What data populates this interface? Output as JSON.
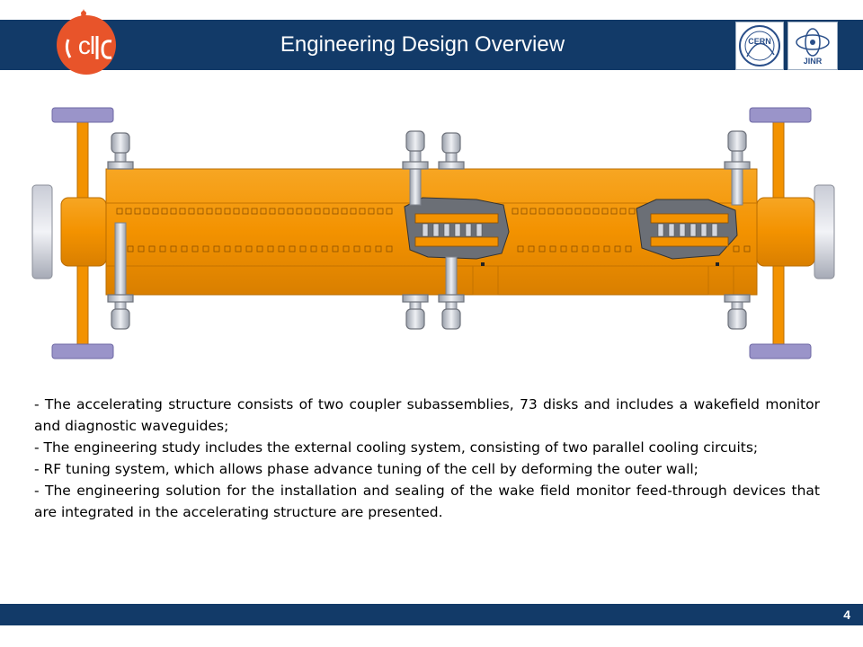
{
  "header": {
    "title": "Engineering Design Overview",
    "logo_left": {
      "icon": "clic-logo",
      "text": "CLIC",
      "color": "#e8542a"
    },
    "logo_right_1": {
      "icon": "cern-logo",
      "text": "CERN"
    },
    "logo_right_2": {
      "icon": "jinr-logo",
      "text": "JINR"
    }
  },
  "figure": {
    "icon": "accelerating-structure-drawing",
    "colors": {
      "body": "#f39200",
      "flange": "#9a94c9",
      "steel": "#d3d6de",
      "section": "#6b6f76"
    }
  },
  "bullets": [
    "-  The accelerating structure consists of two coupler subassemblies, 73 disks and includes a wakefield monitor and diagnostic waveguides;",
    "-  The engineering study includes the external cooling system, consisting of two parallel cooling circuits;",
    "-  RF tuning system, which allows phase advance tuning of the cell by deforming the outer wall;",
    "-   The engineering solution for the installation and sealing of the wake field monitor feed-through devices that are integrated in the accelerating structure are presented."
  ],
  "footer": {
    "page_number": "4"
  },
  "colors": {
    "bar": "#123a68",
    "accent": "#f39200"
  }
}
